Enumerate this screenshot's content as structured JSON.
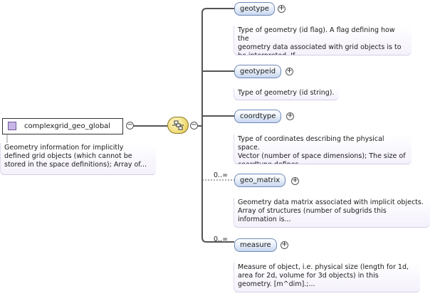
{
  "root": {
    "label": "complexgrid_geo_global",
    "toggle": "−",
    "description": "Geometry information for implicitly\ndefined grid objects (which cannot be\nstored in the space definitions); Array of..."
  },
  "sequence": {
    "toggle": "−",
    "icon": "sequence-compositor-icon"
  },
  "children": [
    {
      "name": "geotype",
      "cardinality": "",
      "toggle": "+",
      "description": "Type of geometry (id flag). A flag defining how the\ngeometry data associated with grid objects is to\nbe interpreted. If..."
    },
    {
      "name": "geotypeid",
      "cardinality": "",
      "toggle": "+",
      "description": "Type of geometry (id string)."
    },
    {
      "name": "coordtype",
      "cardinality": "",
      "toggle": "+",
      "description": "Type of coordinates describing the physical space.\nVector (number of space dimensions); The size of\ncoordtype defines..."
    },
    {
      "name": "geo_matrix",
      "cardinality": "0..∞",
      "toggle": "+",
      "description": "Geometry data matrix associated with implicit objects.\nArray of structures (number of subgrids this\ninformation is..."
    },
    {
      "name": "measure",
      "cardinality": "0..∞",
      "toggle": "+",
      "description": "Measure of object, i.e. physical size (length for 1d,\narea for 2d, volume for 3d objects) in this\ngeometry. [m^dim].;..."
    }
  ],
  "colors": {
    "line": "#555555",
    "element_border": "#6f89b8",
    "root_marker": "#c9b6e8",
    "compositor": "#f1dd7a"
  }
}
